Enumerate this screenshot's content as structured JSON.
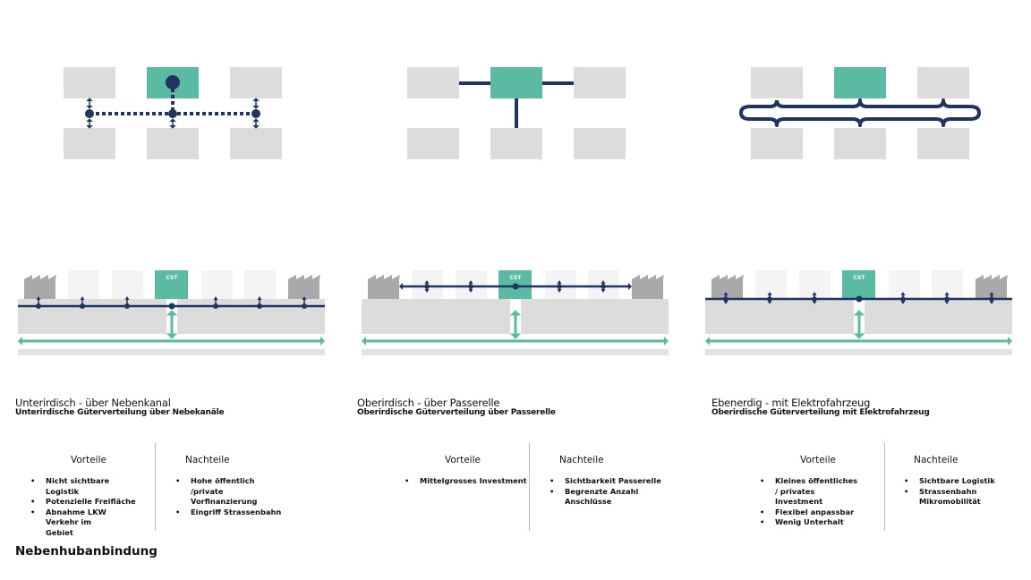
{
  "colors": {
    "navy": "#1f3461",
    "teal": "#5bbaa2",
    "gray": "#dcdcdc",
    "factory": "#a9a9a9",
    "faint": "#f4f4f4"
  },
  "cst_label": "CST",
  "variants": [
    {
      "title": "Unterirdisch - über Nebenkanal",
      "subtitle": "Unterirdische Güterverteilung über Nebekanäle",
      "pros_label": "Vorteile",
      "cons_label": "Nachteile",
      "pros": [
        "Nicht sichtbare Logistik",
        "Potenzielle Freifläche",
        "Abnahme LKW Verkehr im Gebiet"
      ],
      "cons": [
        "Hohe öffentlich /private Vorfinanzierung",
        "Eingriff Strassenbahn"
      ]
    },
    {
      "title": "Oberirdisch - über Passerelle",
      "subtitle": "Oberirdische Güterverteilung über Passerelle",
      "pros_label": "Vorteile",
      "cons_label": "Nachteile",
      "pros": [
        "Mittelgrosses Investment"
      ],
      "cons": [
        "Sichtbarkeit Passerelle",
        "Begrenzte Anzahl Anschlüsse"
      ]
    },
    {
      "title": "Ebenerdig - mit Elektrofahrzeug",
      "subtitle": "Oberirdische Güterverteilung mit Elektrofahrzeug",
      "pros_label": "Vorteile",
      "cons_label": "Nachteile",
      "pros": [
        "Kleines öffentliches / privates Investment",
        "Flexibel anpassbar",
        "Wenig Unterhalt"
      ],
      "cons": [
        "Sichtbare Logistik",
        "Strassenbahn Mikromobilität"
      ]
    }
  ],
  "footer": "Nebenhubanbindung"
}
